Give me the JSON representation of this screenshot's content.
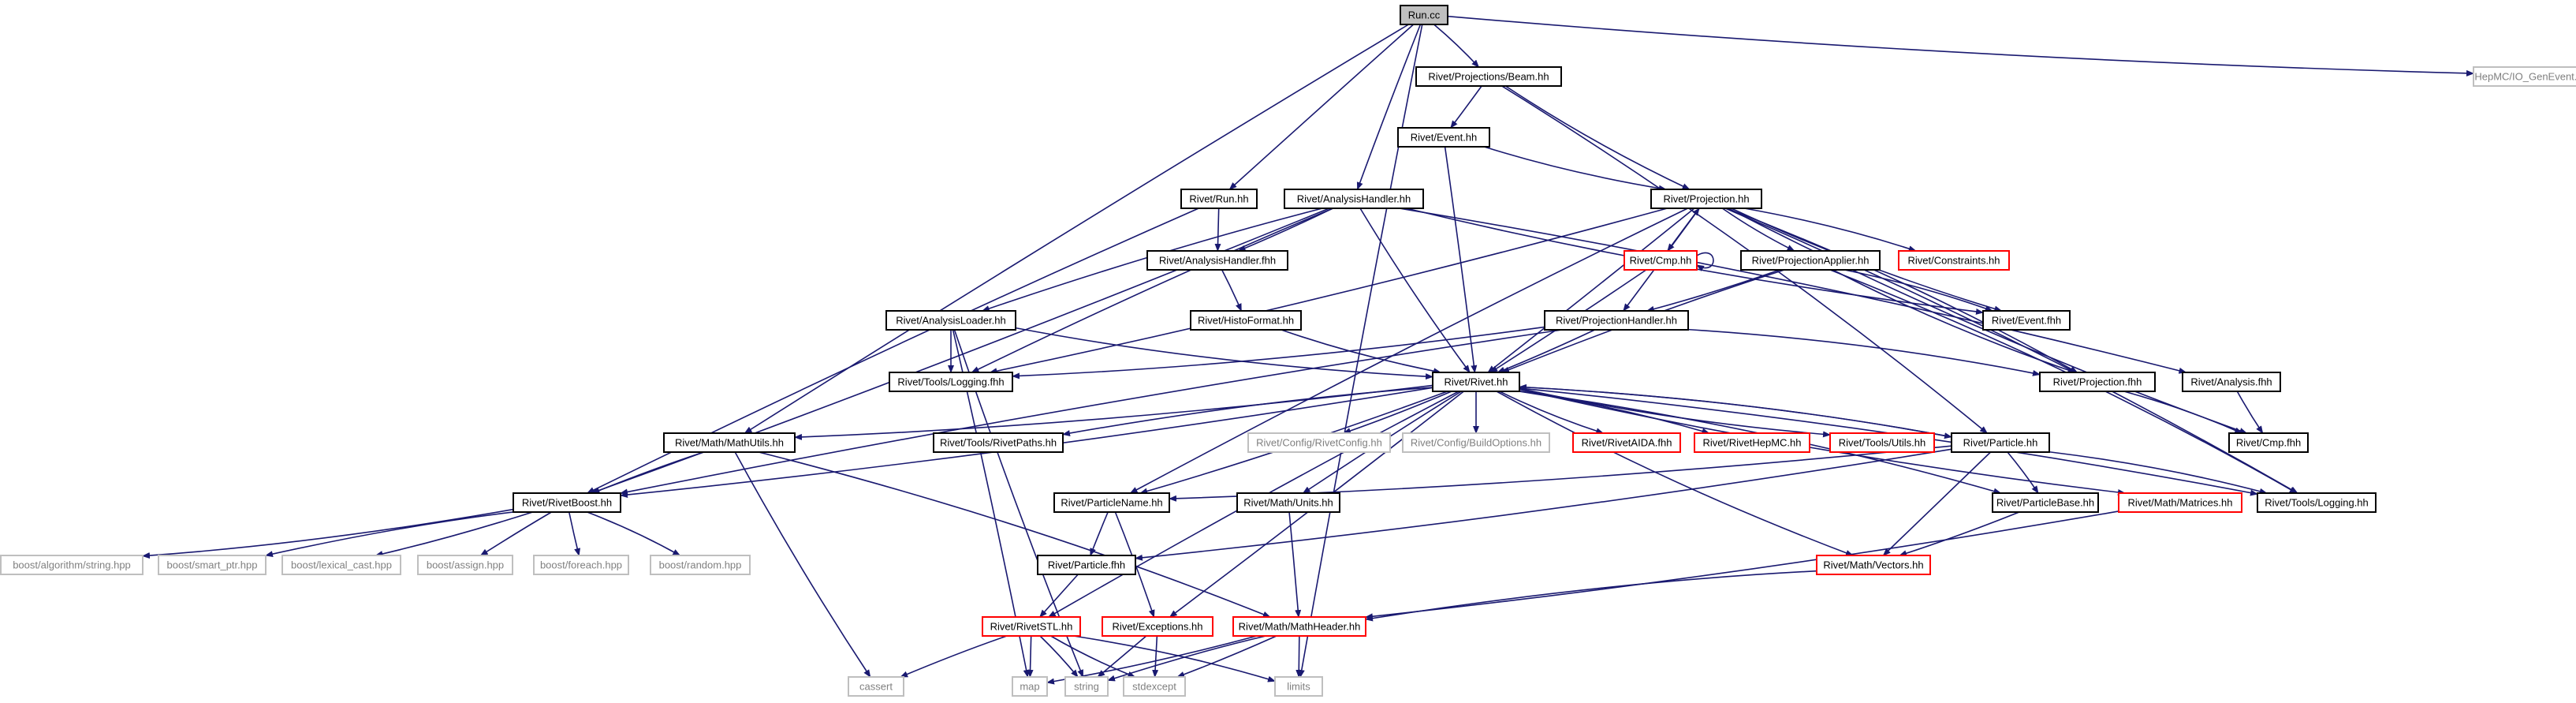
{
  "diagram": {
    "colors": {
      "background": "#ffffff",
      "edge": "#191970",
      "normal_border": "#000000",
      "normal_text": "#000000",
      "root_fill": "#bfbfbf",
      "root_border": "#000000",
      "undocumented_border": "#ff0000",
      "undocumented_text": "#000000",
      "external_border": "#bfbfbf",
      "external_text": "#808080"
    },
    "nodes": [
      {
        "id": "run_cc",
        "label": "Run.cc",
        "style": "root"
      },
      {
        "id": "beam_hh",
        "label": "Rivet/Projections/Beam.hh",
        "style": "normal"
      },
      {
        "id": "hepmc_io",
        "label": "HepMC/IO_GenEvent.h",
        "style": "external"
      },
      {
        "id": "event_hh",
        "label": "Rivet/Event.hh",
        "style": "normal"
      },
      {
        "id": "run_hh",
        "label": "Rivet/Run.hh",
        "style": "normal"
      },
      {
        "id": "analysishandler_hh",
        "label": "Rivet/AnalysisHandler.hh",
        "style": "normal"
      },
      {
        "id": "projection_hh",
        "label": "Rivet/Projection.hh",
        "style": "normal"
      },
      {
        "id": "analysishandler_fhh",
        "label": "Rivet/AnalysisHandler.fhh",
        "style": "normal"
      },
      {
        "id": "cmp_hh",
        "label": "Rivet/Cmp.hh",
        "style": "undocumented"
      },
      {
        "id": "projectionapplier_hh",
        "label": "Rivet/ProjectionApplier.hh",
        "style": "normal"
      },
      {
        "id": "constraints_hh",
        "label": "Rivet/Constraints.hh",
        "style": "undocumented"
      },
      {
        "id": "histoformat_hh",
        "label": "Rivet/HistoFormat.hh",
        "style": "normal"
      },
      {
        "id": "event_fhh",
        "label": "Rivet/Event.fhh",
        "style": "normal"
      },
      {
        "id": "analysisloader_hh",
        "label": "Rivet/AnalysisLoader.hh",
        "style": "normal"
      },
      {
        "id": "projectionhandler_hh",
        "label": "Rivet/ProjectionHandler.hh",
        "style": "normal"
      },
      {
        "id": "logging_fhh",
        "label": "Rivet/Tools/Logging.fhh",
        "style": "normal"
      },
      {
        "id": "rivet_hh",
        "label": "Rivet/Rivet.hh",
        "style": "normal"
      },
      {
        "id": "projection_fhh",
        "label": "Rivet/Projection.fhh",
        "style": "normal"
      },
      {
        "id": "analysis_fhh",
        "label": "Rivet/Analysis.fhh",
        "style": "normal"
      },
      {
        "id": "mathutils_hh",
        "label": "Rivet/Math/MathUtils.hh",
        "style": "normal"
      },
      {
        "id": "rivetpaths_hh",
        "label": "Rivet/Tools/RivetPaths.hh",
        "style": "normal"
      },
      {
        "id": "rivetconfig_hh",
        "label": "Rivet/Config/RivetConfig.hh",
        "style": "external"
      },
      {
        "id": "buildoptions_hh",
        "label": "Rivet/Config/BuildOptions.hh",
        "style": "external"
      },
      {
        "id": "rivetaida_fhh",
        "label": "Rivet/RivetAIDA.fhh",
        "style": "undocumented"
      },
      {
        "id": "rivethepmc_hh",
        "label": "Rivet/RivetHepMC.hh",
        "style": "undocumented"
      },
      {
        "id": "utils_hh",
        "label": "Rivet/Tools/Utils.hh",
        "style": "undocumented"
      },
      {
        "id": "particle_hh",
        "label": "Rivet/Particle.hh",
        "style": "normal"
      },
      {
        "id": "cmp_fhh",
        "label": "Rivet/Cmp.fhh",
        "style": "normal"
      },
      {
        "id": "rivetboost_hh",
        "label": "Rivet/RivetBoost.hh",
        "style": "normal"
      },
      {
        "id": "particlename_hh",
        "label": "Rivet/ParticleName.hh",
        "style": "normal"
      },
      {
        "id": "units_hh",
        "label": "Rivet/Math/Units.hh",
        "style": "normal"
      },
      {
        "id": "particlebase_hh",
        "label": "Rivet/ParticleBase.hh",
        "style": "normal"
      },
      {
        "id": "matrices_hh",
        "label": "Rivet/Math/Matrices.hh",
        "style": "undocumented"
      },
      {
        "id": "logging_hh",
        "label": "Rivet/Tools/Logging.hh",
        "style": "normal"
      },
      {
        "id": "boost_string",
        "label": "boost/algorithm/string.hpp",
        "style": "external"
      },
      {
        "id": "boost_smartptr",
        "label": "boost/smart_ptr.hpp",
        "style": "external"
      },
      {
        "id": "boost_lexical",
        "label": "boost/lexical_cast.hpp",
        "style": "external"
      },
      {
        "id": "boost_assign",
        "label": "boost/assign.hpp",
        "style": "external"
      },
      {
        "id": "boost_foreach",
        "label": "boost/foreach.hpp",
        "style": "external"
      },
      {
        "id": "boost_random",
        "label": "boost/random.hpp",
        "style": "external"
      },
      {
        "id": "particle_fhh",
        "label": "Rivet/Particle.fhh",
        "style": "normal"
      },
      {
        "id": "vectors_hh",
        "label": "Rivet/Math/Vectors.hh",
        "style": "undocumented"
      },
      {
        "id": "rivetstl_hh",
        "label": "Rivet/RivetSTL.hh",
        "style": "undocumented"
      },
      {
        "id": "exceptions_hh",
        "label": "Rivet/Exceptions.hh",
        "style": "undocumented"
      },
      {
        "id": "mathheader_hh",
        "label": "Rivet/Math/MathHeader.hh",
        "style": "undocumented"
      },
      {
        "id": "cassert",
        "label": "cassert",
        "style": "external"
      },
      {
        "id": "map",
        "label": "map",
        "style": "external"
      },
      {
        "id": "string",
        "label": "string",
        "style": "external"
      },
      {
        "id": "stdexcept",
        "label": "stdexcept",
        "style": "external"
      },
      {
        "id": "limits",
        "label": "limits",
        "style": "external"
      }
    ],
    "edges": [
      [
        "run_cc",
        "beam_hh"
      ],
      [
        "run_cc",
        "hepmc_io"
      ],
      [
        "run_cc",
        "run_hh"
      ],
      [
        "run_cc",
        "analysishandler_hh"
      ],
      [
        "run_cc",
        "mathutils_hh"
      ],
      [
        "run_cc",
        "limits"
      ],
      [
        "beam_hh",
        "event_hh"
      ],
      [
        "beam_hh",
        "projection_hh"
      ],
      [
        "beam_hh",
        "particle_hh"
      ],
      [
        "event_hh",
        "projection_hh"
      ],
      [
        "event_hh",
        "rivet_hh"
      ],
      [
        "run_hh",
        "analysishandler_fhh"
      ],
      [
        "run_hh",
        "rivetboost_hh"
      ],
      [
        "analysishandler_hh",
        "analysishandler_fhh"
      ],
      [
        "analysishandler_hh",
        "analysisloader_hh"
      ],
      [
        "analysishandler_hh",
        "rivet_hh"
      ],
      [
        "analysishandler_hh",
        "logging_fhh"
      ],
      [
        "analysishandler_hh",
        "event_fhh"
      ],
      [
        "analysishandler_hh",
        "analysis_fhh"
      ],
      [
        "analysishandler_hh",
        "rivetboost_hh"
      ],
      [
        "analysishandler_fhh",
        "histoformat_hh"
      ],
      [
        "histoformat_hh",
        "rivet_hh"
      ],
      [
        "analysisloader_hh",
        "logging_fhh"
      ],
      [
        "analysisloader_hh",
        "rivet_hh"
      ],
      [
        "analysisloader_hh",
        "map"
      ],
      [
        "analysisloader_hh",
        "string"
      ],
      [
        "projection_hh",
        "cmp_hh"
      ],
      [
        "projection_hh",
        "projectionapplier_hh"
      ],
      [
        "projection_hh",
        "constraints_hh"
      ],
      [
        "projection_hh",
        "event_fhh"
      ],
      [
        "projection_hh",
        "projectionhandler_hh"
      ],
      [
        "projection_hh",
        "rivet_hh"
      ],
      [
        "projection_hh",
        "projection_fhh"
      ],
      [
        "projection_hh",
        "cmp_fhh"
      ],
      [
        "projection_hh",
        "logging_hh"
      ],
      [
        "projection_hh",
        "logging_fhh"
      ],
      [
        "projection_hh",
        "particlename_hh"
      ],
      [
        "cmp_hh",
        "projection_hh"
      ],
      [
        "cmp_hh",
        "cmp_hh"
      ],
      [
        "cmp_hh",
        "rivet_hh"
      ],
      [
        "projectionapplier_hh",
        "event_fhh"
      ],
      [
        "projectionapplier_hh",
        "projectionhandler_hh"
      ],
      [
        "projectionapplier_hh",
        "rivet_hh"
      ],
      [
        "projectionapplier_hh",
        "projection_fhh"
      ],
      [
        "projectionapplier_hh",
        "logging_hh"
      ],
      [
        "projectionhandler_hh",
        "rivet_hh"
      ],
      [
        "projectionhandler_hh",
        "projection_fhh"
      ],
      [
        "projectionhandler_hh",
        "logging_fhh"
      ],
      [
        "projectionhandler_hh",
        "rivetboost_hh"
      ],
      [
        "analysis_fhh",
        "cmp_fhh"
      ],
      [
        "projection_fhh",
        "cmp_fhh"
      ],
      [
        "rivet_hh",
        "mathutils_hh"
      ],
      [
        "rivet_hh",
        "rivetpaths_hh"
      ],
      [
        "rivet_hh",
        "rivetconfig_hh"
      ],
      [
        "rivet_hh",
        "buildoptions_hh"
      ],
      [
        "rivet_hh",
        "rivetaida_fhh"
      ],
      [
        "rivet_hh",
        "rivethepmc_hh"
      ],
      [
        "rivet_hh",
        "utils_hh"
      ],
      [
        "rivet_hh",
        "particle_hh"
      ],
      [
        "rivet_hh",
        "particlename_hh"
      ],
      [
        "rivet_hh",
        "units_hh"
      ],
      [
        "rivet_hh",
        "matrices_hh"
      ],
      [
        "rivet_hh",
        "logging_hh"
      ],
      [
        "rivet_hh",
        "vectors_hh"
      ],
      [
        "rivet_hh",
        "rivetstl_hh"
      ],
      [
        "rivet_hh",
        "exceptions_hh"
      ],
      [
        "rivet_hh",
        "particlebase_hh"
      ],
      [
        "rivet_hh",
        "rivetboost_hh"
      ],
      [
        "mathutils_hh",
        "rivetboost_hh"
      ],
      [
        "mathutils_hh",
        "cassert"
      ],
      [
        "mathutils_hh",
        "mathheader_hh"
      ],
      [
        "rivetboost_hh",
        "boost_string"
      ],
      [
        "rivetboost_hh",
        "boost_smartptr"
      ],
      [
        "rivetboost_hh",
        "boost_lexical"
      ],
      [
        "rivetboost_hh",
        "boost_assign"
      ],
      [
        "rivetboost_hh",
        "boost_foreach"
      ],
      [
        "rivetboost_hh",
        "boost_random"
      ],
      [
        "particle_hh",
        "particlename_hh"
      ],
      [
        "particle_hh",
        "particlebase_hh"
      ],
      [
        "particle_hh",
        "vectors_hh"
      ],
      [
        "particle_hh",
        "logging_hh"
      ],
      [
        "particle_hh",
        "particle_fhh"
      ],
      [
        "particle_hh",
        "rivet_hh"
      ],
      [
        "particlename_hh",
        "particle_fhh"
      ],
      [
        "particlename_hh",
        "exceptions_hh"
      ],
      [
        "particlebase_hh",
        "vectors_hh"
      ],
      [
        "units_hh",
        "mathheader_hh"
      ],
      [
        "matrices_hh",
        "mathheader_hh"
      ],
      [
        "vectors_hh",
        "mathheader_hh"
      ],
      [
        "particle_fhh",
        "rivetstl_hh"
      ],
      [
        "rivetstl_hh",
        "cassert"
      ],
      [
        "rivetstl_hh",
        "map"
      ],
      [
        "rivetstl_hh",
        "string"
      ],
      [
        "rivetstl_hh",
        "stdexcept"
      ],
      [
        "rivetstl_hh",
        "limits"
      ],
      [
        "exceptions_hh",
        "string"
      ],
      [
        "exceptions_hh",
        "stdexcept"
      ],
      [
        "mathheader_hh",
        "map"
      ],
      [
        "mathheader_hh",
        "string"
      ],
      [
        "mathheader_hh",
        "stdexcept"
      ],
      [
        "mathheader_hh",
        "limits"
      ]
    ]
  }
}
